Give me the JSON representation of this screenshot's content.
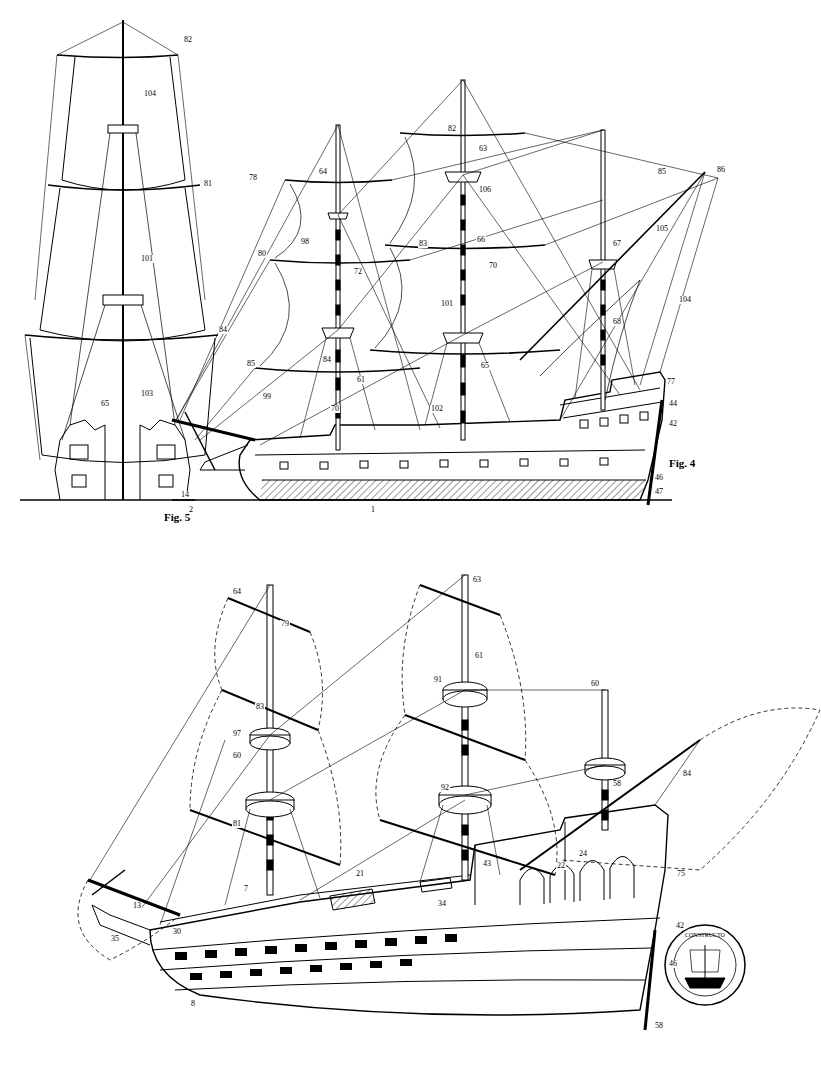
{
  "diagram": {
    "labels": [
      "Fig. 5",
      "Fig. 4",
      "82",
      "104",
      "81",
      "101",
      "84",
      "103",
      "65",
      "14",
      "82",
      "63",
      "78",
      "64",
      "85",
      "86",
      "106",
      "98",
      "80",
      "83",
      "66",
      "105",
      "67",
      "72",
      "70",
      "101",
      "104",
      "68",
      "84",
      "85",
      "61",
      "65",
      "99",
      "70",
      "102",
      "77",
      "44",
      "42",
      "46",
      "47",
      "2",
      "1",
      "63",
      "64",
      "79",
      "61",
      "91",
      "60",
      "83",
      "97",
      "92",
      "60",
      "84",
      "58",
      "81",
      "43",
      "24",
      "22",
      "75",
      "7",
      "21",
      "34",
      "30",
      "13",
      "35",
      "42",
      "46",
      "8",
      "58",
      "CONSTRUCTO"
    ]
  }
}
